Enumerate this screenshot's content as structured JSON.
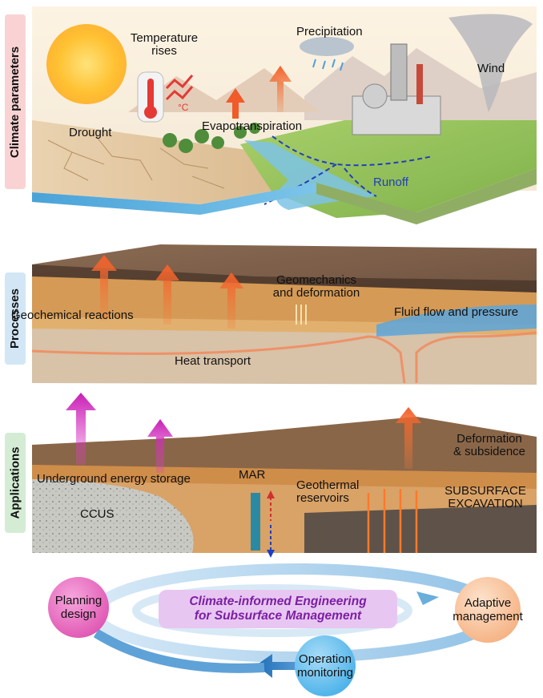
{
  "sections": {
    "climate": "Climate parameters",
    "processes": "Processes",
    "applications": "Applications"
  },
  "climate_labels": {
    "temperature_line1": "Temperature",
    "temperature_line2": "rises",
    "celsius": "°C",
    "precipitation": "Precipitation",
    "wind": "Wind",
    "drought": "Drought",
    "evapotranspiration": "Evapotranspiration",
    "runoff": "Runoff"
  },
  "process_labels": {
    "geomechanics_line1": "Geomechanics",
    "geomechanics_line2": "and deformation",
    "geochemical": "Geochemical reactions",
    "fluid_flow": "Fluid flow and pressure",
    "heat_transport": "Heat transport"
  },
  "application_labels": {
    "deformation_line1": "Deformation",
    "deformation_line2": "& subsidence",
    "mar": "MAR",
    "energy_storage": "Underground energy storage",
    "geothermal_line1": "Geothermal",
    "geothermal_line2": "reservoirs",
    "excavation_line1": "SUBSURFACE",
    "excavation_line2": "EXCAVATION",
    "ccus": "CCUS"
  },
  "cycle": {
    "center_line1": "Climate-informed Engineering",
    "center_line2": "for Subsurface Management",
    "planning_line1": "Planning",
    "planning_line2": "design",
    "adaptive_line1": "Adaptive",
    "adaptive_line2": "management",
    "operation_line1": "Operation",
    "operation_line2": "monitoring"
  },
  "colors": {
    "climate_tab": "#f9d3d3",
    "processes_tab": "#d2e6f5",
    "applications_tab": "#d4ecd4",
    "accent_purple": "#7b1fa2",
    "planning_node": "#e85bb8",
    "adaptive_node": "#f6b98e",
    "operation_node": "#4fb6ea"
  }
}
